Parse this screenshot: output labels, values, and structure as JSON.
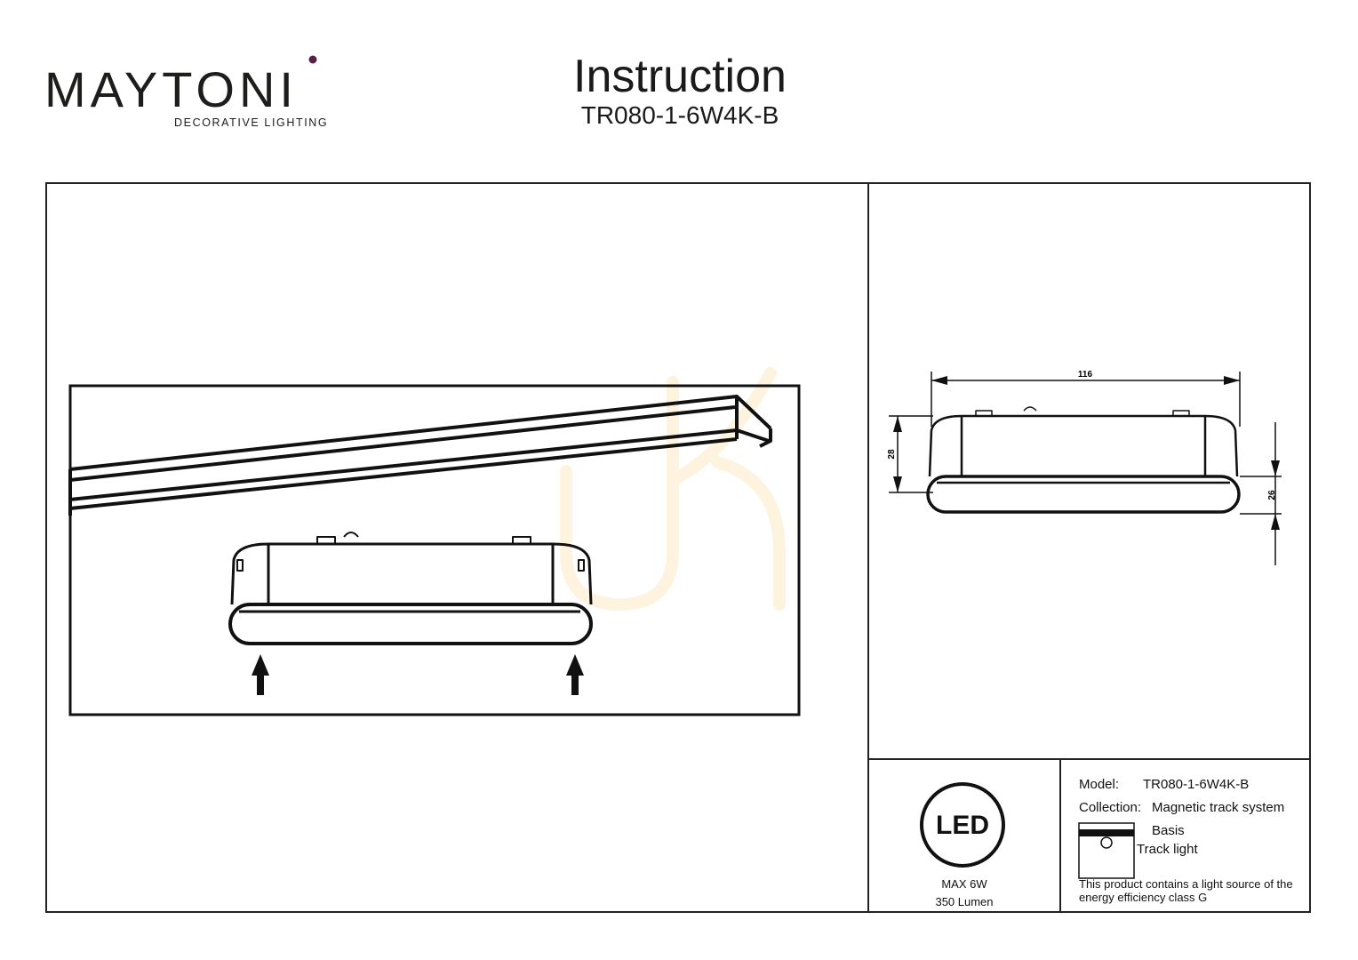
{
  "header": {
    "brand": "MAYTONI",
    "brand_tagline": "DECORATIVE LIGHTING",
    "title": "Instruction",
    "model": "TR080-1-6W4K-B"
  },
  "dimensions": {
    "length": "116",
    "height_left": "28",
    "height_right": "26"
  },
  "led_badge": {
    "text": "LED"
  },
  "specs": {
    "power": "MAX 6W",
    "lumen": "350 Lumen"
  },
  "info": {
    "model_label": "Model:",
    "model_value": "TR080-1-6W4K-B",
    "collection_label": "Collection:",
    "collection_value": "Magnetic track system",
    "series": "Basis",
    "type": "Track light",
    "energy_note": "This product contains a light source of the energy efficiency class G"
  },
  "colors": {
    "line": "#111111",
    "watermark": "#fdf3de",
    "brand_dot": "#5a1f47"
  }
}
